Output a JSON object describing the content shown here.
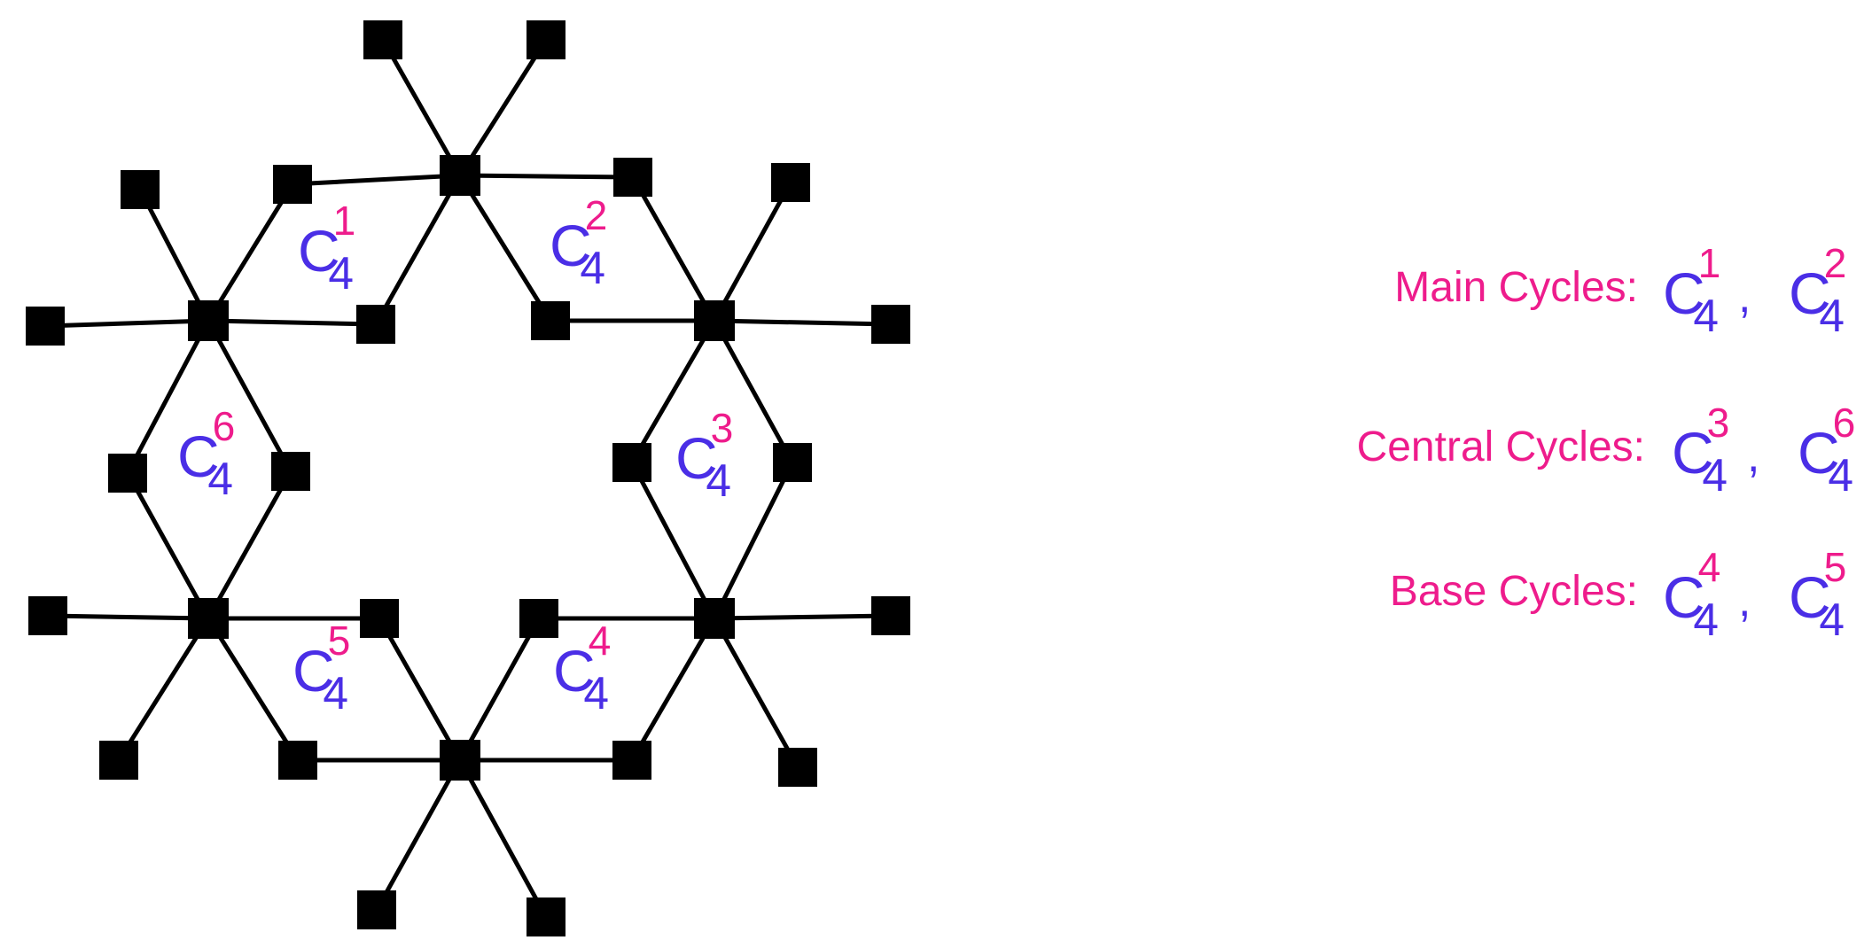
{
  "colors": {
    "edge": "#000000",
    "node": "#000000",
    "letter": "#4a2ee6",
    "superscript": "#ee1c8c"
  },
  "cycle_letter": "C",
  "cycle_subscript": "4",
  "cycles": [
    {
      "id": "c1",
      "sup": "1"
    },
    {
      "id": "c2",
      "sup": "2"
    },
    {
      "id": "c3",
      "sup": "3"
    },
    {
      "id": "c4",
      "sup": "4"
    },
    {
      "id": "c5",
      "sup": "5"
    },
    {
      "id": "c6",
      "sup": "6"
    }
  ],
  "legend": [
    {
      "label": "Main Cycles:",
      "sups": [
        "1",
        "2"
      ]
    },
    {
      "label": "Central Cycles:",
      "sups": [
        "3",
        "6"
      ]
    },
    {
      "label": "Base Cycles:",
      "sups": [
        "4",
        "5"
      ]
    }
  ],
  "separator": ","
}
